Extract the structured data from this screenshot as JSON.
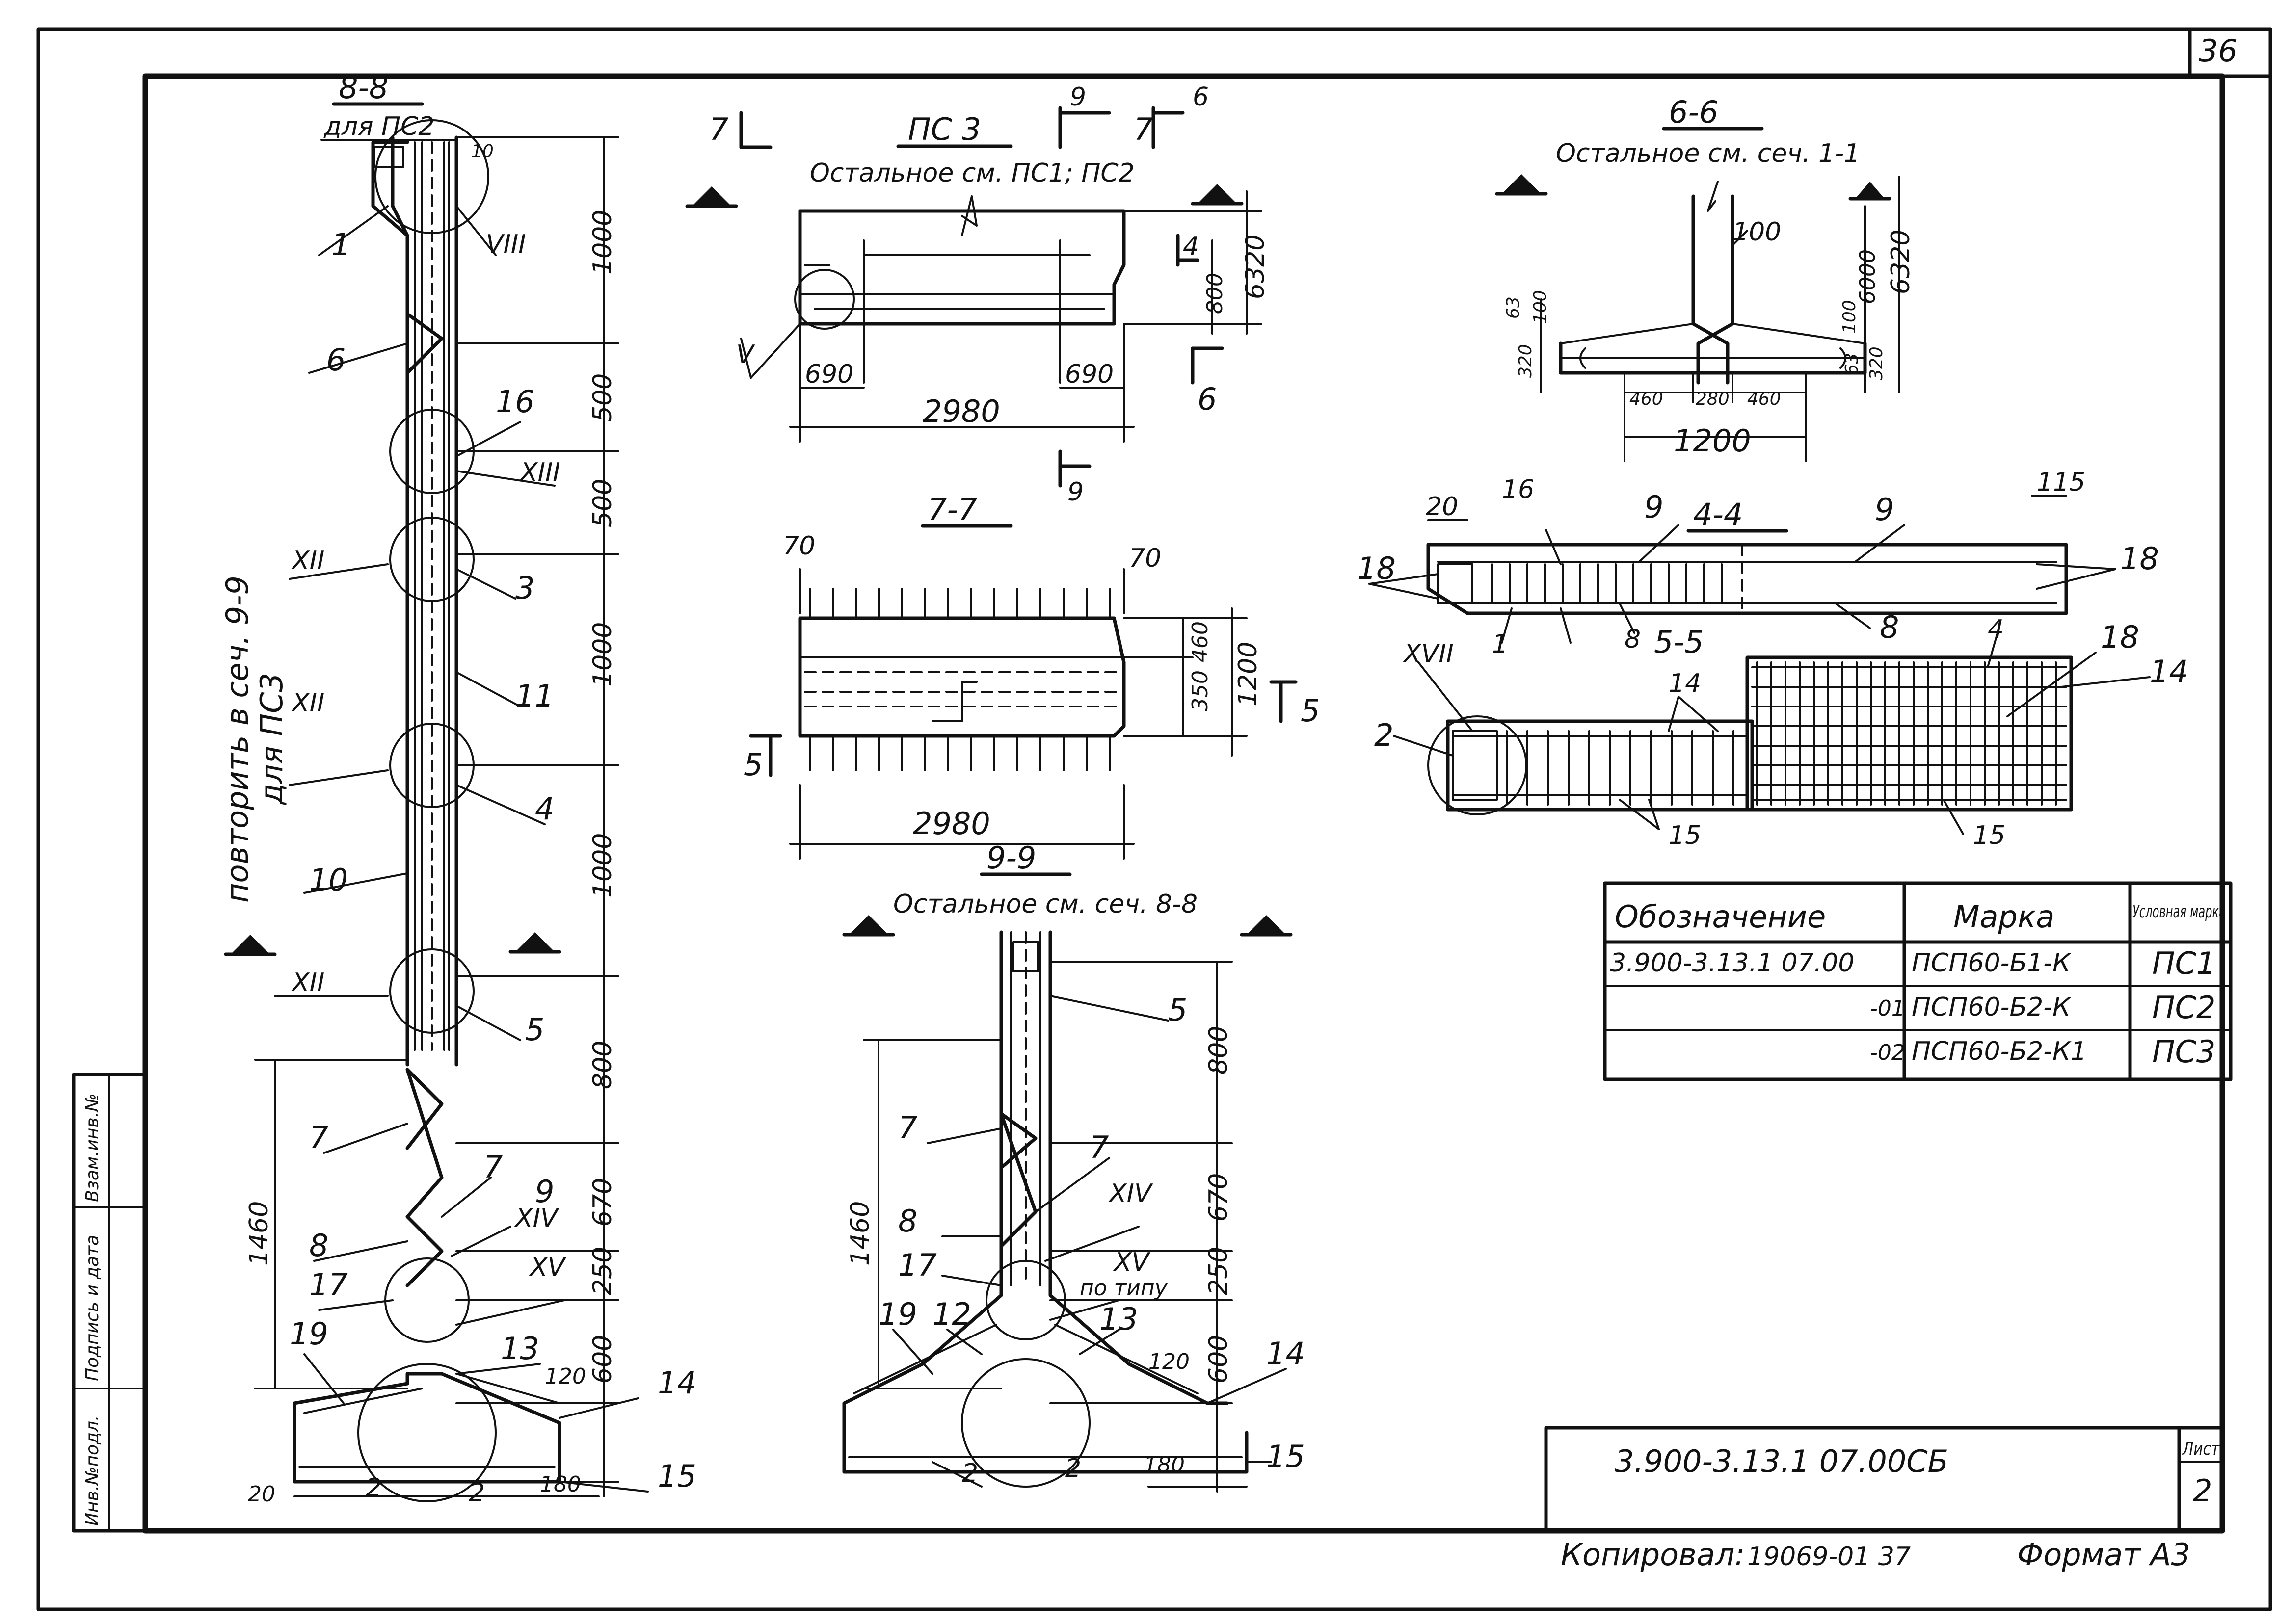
{
  "sheet_number": "36",
  "sections": {
    "s88": {
      "title": "8-8",
      "note": "для ПС2",
      "repeat_note_1": "повторить в сеч. 9-9",
      "repeat_note_2": "для ПС3"
    },
    "ps3": {
      "title": "ПС 3",
      "note": "Остальное см. ПС1; ПС2"
    },
    "s66": {
      "title": "6-6",
      "note": "Остальное см. сеч. 1-1"
    },
    "s77": {
      "title": "7-7"
    },
    "s44": {
      "title": "4-4"
    },
    "s55": {
      "title": "5-5"
    },
    "s99": {
      "title": "9-9",
      "note": "Остальное см. сеч. 8-8"
    }
  },
  "left_dims": [
    "1000",
    "500",
    "500",
    "1000",
    "1000",
    "800",
    "670",
    "250",
    "600",
    "1460",
    "120",
    "180",
    "20",
    "10"
  ],
  "left_labels": [
    "1",
    "VIII",
    "6",
    "16",
    "XIII",
    "XII",
    "3",
    "11",
    "XII",
    "4",
    "10",
    "XII",
    "5",
    "7",
    "7",
    "8",
    "9",
    "XIV",
    "17",
    "XV",
    "13",
    "14",
    "19",
    "2",
    "2",
    "15"
  ],
  "ps3_dims": [
    "6320",
    "800",
    "690",
    "690",
    "2980"
  ],
  "ps3_cuts": [
    "7",
    "9",
    "7",
    "6",
    "4",
    "6",
    "9"
  ],
  "ps3_labels": [
    "V"
  ],
  "s66_dims": [
    "100",
    "6000",
    "6320",
    "63",
    "100",
    "100",
    "320",
    "63",
    "320",
    "460",
    "280",
    "460",
    "1200"
  ],
  "s77_dims": [
    "70",
    "70",
    "460",
    "350",
    "1200",
    "2980"
  ],
  "s77_cuts": [
    "5",
    "5"
  ],
  "s44_labels": [
    "20",
    "16",
    "9",
    "9",
    "115",
    "18",
    "18",
    "8",
    "8",
    "1",
    "XVII",
    "2",
    "14",
    "15",
    "15",
    "4",
    "18",
    "14"
  ],
  "s99_dims": [
    "800",
    "670",
    "250",
    "600",
    "1460",
    "120",
    "180"
  ],
  "s99_labels": [
    "5",
    "7",
    "7",
    "XIV",
    "8",
    "17",
    "XV",
    "по типу",
    "19",
    "12",
    "13",
    "14",
    "2",
    "2",
    "15"
  ],
  "marks_table": {
    "headers": [
      "Обозначение",
      "Марка",
      "Условная марка"
    ],
    "rows": [
      {
        "code": "3.900-3.13.1 07.00",
        "mark": "ПСП60-Б1-К",
        "cond": "ПС1"
      },
      {
        "code": "-01",
        "mark": "ПСП60-Б2-К",
        "cond": "ПС2"
      },
      {
        "code": "-02",
        "mark": "ПСП60-Б2-К1",
        "cond": "ПС3"
      }
    ]
  },
  "stamp_side": [
    "Инв.№подл.",
    "Подпись и дата",
    "Взам.инв.№"
  ],
  "title_block": {
    "doc": "3.900-3.13.1 07.00СБ",
    "sheet_label": "Лист",
    "sheet": "2"
  },
  "footer": {
    "copied": "Копировал:",
    "copied_no": "19069-01 37",
    "format": "Формат А3"
  }
}
